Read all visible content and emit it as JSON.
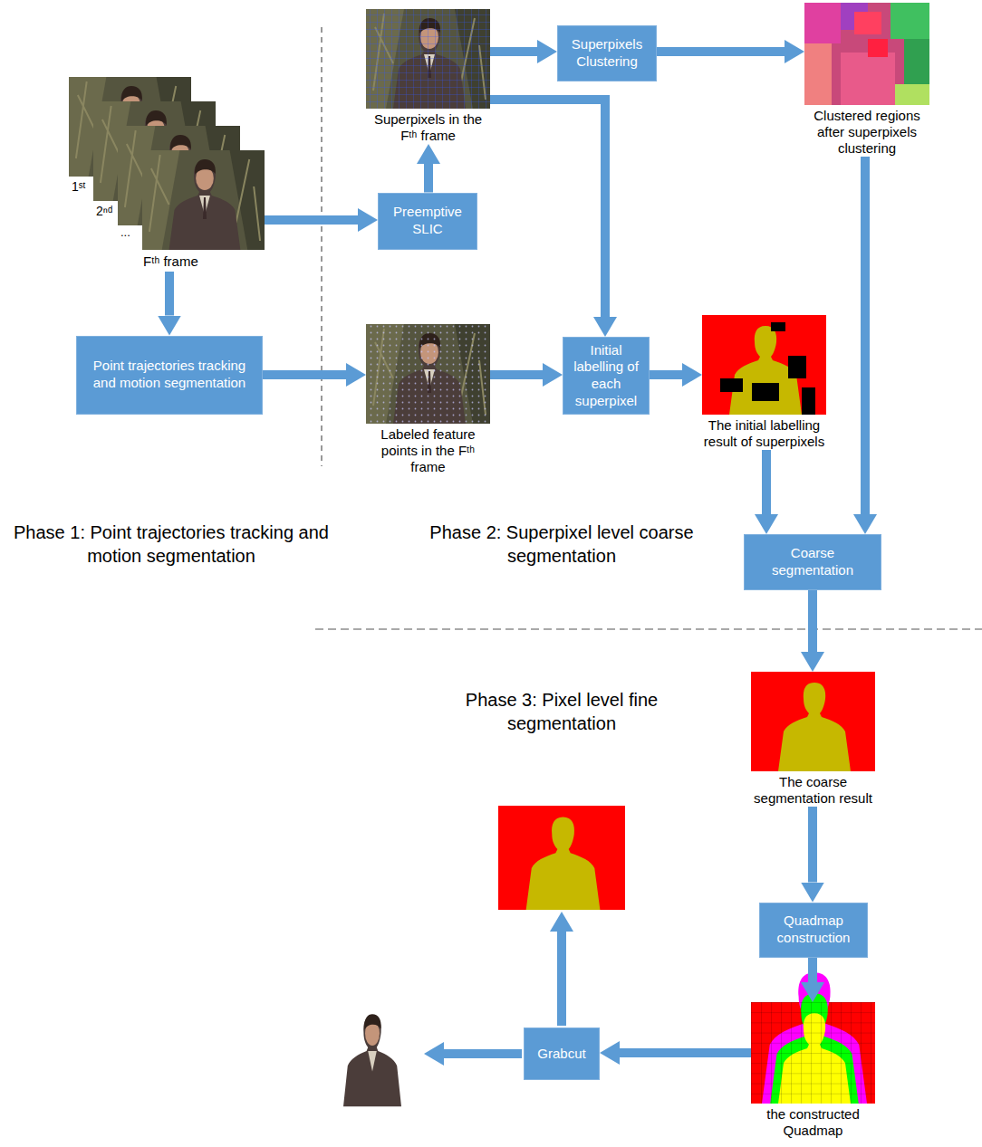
{
  "diagram": {
    "nodes": [
      {
        "text": [
          "Fᵗʰ frame"
        ]
      },
      {
        "text": [
          "Superpixels in the Fᵗʰ frame"
        ]
      },
      {
        "text": [
          "Superpixels Clustering"
        ]
      },
      {
        "text": [
          "Clustered regions after superpixels clustering"
        ]
      },
      {
        "text": [
          "Preemptive SLIC"
        ]
      },
      {
        "text": [
          "Point trajectories tracking and motion segmentation"
        ]
      },
      {
        "text": [
          "Labeled feature points in the Fᵗʰ frame"
        ]
      },
      {
        "text": [
          "Initial labelling of each superpixel"
        ]
      },
      {
        "text": [
          "The initial labelling result of superpixels"
        ]
      },
      {
        "text": [
          "Coarse segmentation"
        ]
      },
      {
        "text": [
          "The coarse segmentation result"
        ]
      },
      {
        "text": [
          "Quadmap construction"
        ]
      },
      {
        "text": [
          "the constructed Quadmap"
        ]
      },
      {
        "text": [
          "Grabcut"
        ]
      }
    ],
    "edges": [
      {
        "from": 0,
        "to": 4,
        "arrow": "to"
      },
      {
        "from": 4,
        "to": 1,
        "arrow": "to"
      },
      {
        "from": 1,
        "to": 2,
        "arrow": "to"
      },
      {
        "from": 2,
        "to": 3,
        "arrow": "to"
      },
      {
        "from": 1,
        "to": 7,
        "arrow": "to"
      },
      {
        "from": 0,
        "to": 5,
        "arrow": "to"
      },
      {
        "from": 5,
        "to": 6,
        "arrow": "to"
      },
      {
        "from": 6,
        "to": 7,
        "arrow": "to"
      },
      {
        "from": 7,
        "to": 8,
        "arrow": "to"
      },
      {
        "from": 8,
        "to": 9,
        "arrow": "to"
      },
      {
        "from": 3,
        "to": 9,
        "arrow": "to"
      },
      {
        "from": 9,
        "to": 10,
        "arrow": "to"
      },
      {
        "from": 10,
        "to": 11,
        "arrow": "to"
      },
      {
        "from": 11,
        "to": 12,
        "arrow": "to"
      },
      {
        "from": 12,
        "to": 13,
        "arrow": "to"
      }
    ],
    "labels": [
      "1ˢᵗ",
      "2ⁿᵈ",
      "...",
      "Phase 1: Point trajectories tracking and motion segmentation",
      "Phase 2: Superpixel level coarse segmentation",
      "Phase 3: Pixel level fine segmentation"
    ]
  }
}
